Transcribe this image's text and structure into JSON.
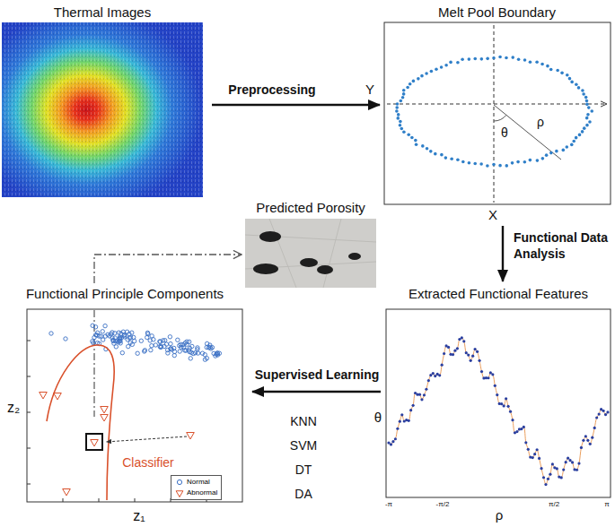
{
  "diagram": {
    "nodes": [
      {
        "text": [
          "Thermal Images"
        ]
      },
      {
        "text": [
          "Melt Pool Boundary"
        ]
      },
      {
        "text": [
          "Predicted Porosity"
        ]
      },
      {
        "text": [
          "Functional Principle Components"
        ]
      },
      {
        "text": [
          "Extracted Functional Features"
        ]
      }
    ],
    "edges": [
      {
        "from": 0,
        "to": 1,
        "label": "Preprocessing",
        "arrow": "to"
      },
      {
        "from": 1,
        "to": 4,
        "label": "Functional Data Analysis",
        "arrow": "to"
      },
      {
        "from": 4,
        "to": 3,
        "label": "Supervised Learning",
        "arrow": "to"
      },
      {
        "from": 3,
        "to": 2,
        "arrow": "to"
      }
    ],
    "labels": [
      "Y",
      "X",
      "θ",
      "ρ",
      "θ",
      "ρ",
      "-π",
      "-π/2",
      "π/2",
      "π",
      "KNN",
      "SVM",
      "DT",
      "DA",
      "z₂",
      "z₁",
      "Classifier"
    ],
    "legend": [
      {
        "text": "Normal"
      },
      {
        "text": "Abnormal"
      }
    ]
  }
}
